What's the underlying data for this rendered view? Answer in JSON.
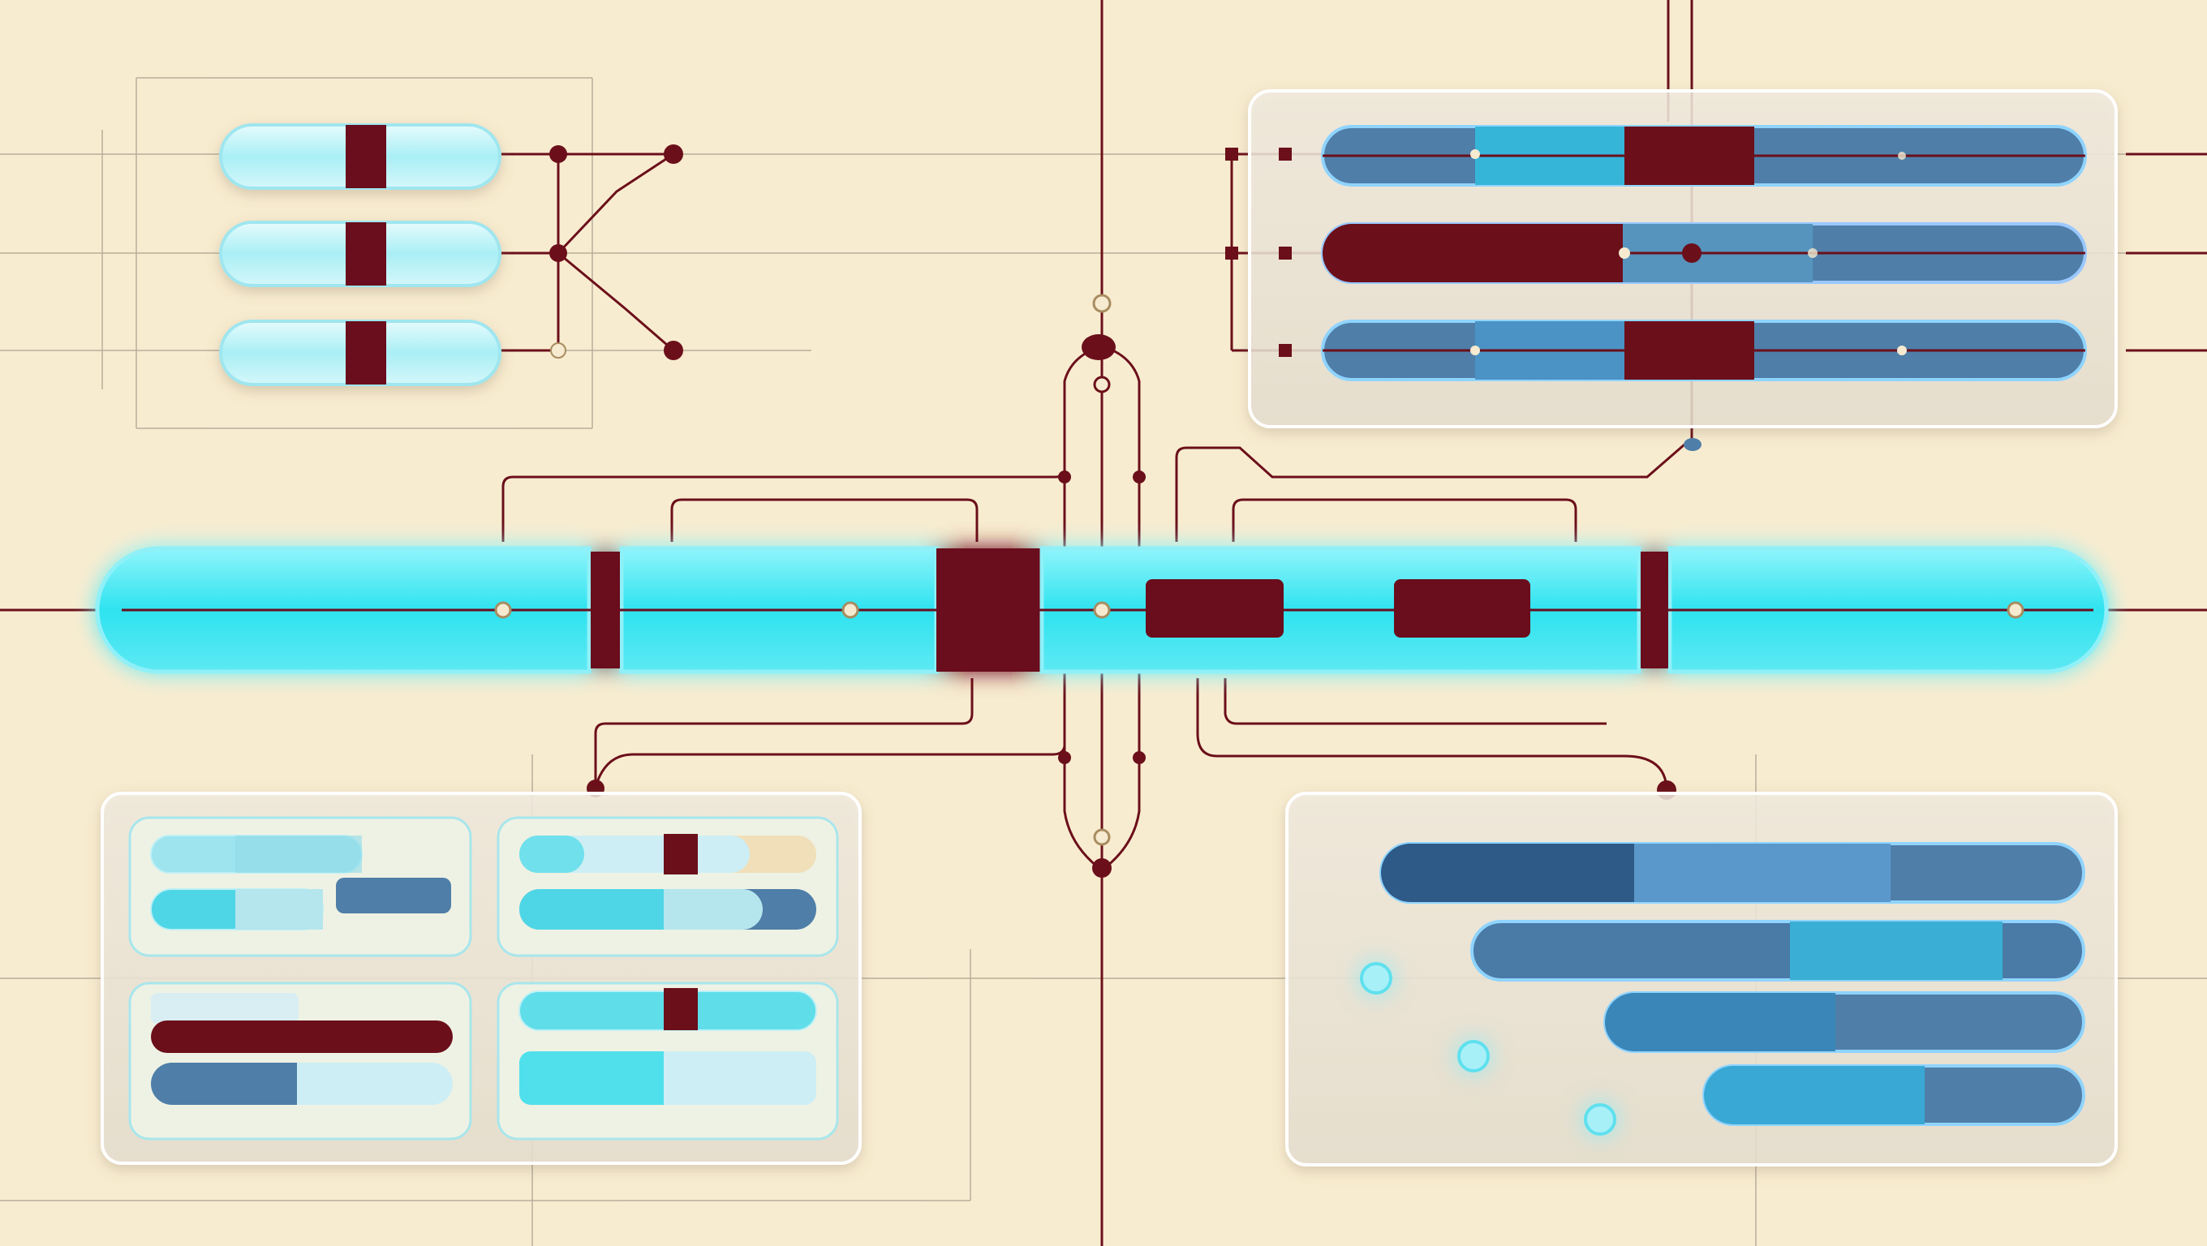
{
  "colors": {
    "background": "#f8ecd0",
    "grid_line": "#a89f8f",
    "connector": "#6b0f1a",
    "marker": "#6b0f1a",
    "cyan_light": "#c8f2f7",
    "cyan_bright": "#3ee0ee",
    "blue_mid": "#3a9ed0",
    "blue_steel": "#4f7ea8",
    "blue_dark": "#3a6590",
    "panel_fill": "#ede6d8",
    "panel_edge": "#ffffff",
    "node_fill": "#f6ead0"
  },
  "diagram": {
    "kind": "abstract-process-flow",
    "text_labels": [],
    "nodes": {
      "main_bar": {
        "segments": [
          "capsule",
          "capsule",
          "capsule",
          "capsule",
          "capsule"
        ],
        "markers": 6
      },
      "top_left_group": {
        "capsules": 3,
        "connector_nodes": 6
      },
      "top_right_panel": {
        "bars": 3,
        "markers": 3
      },
      "bottom_left_panel": {
        "cards": 4
      },
      "bottom_right_panel": {
        "bars": 4,
        "glow_points": 3
      }
    }
  }
}
